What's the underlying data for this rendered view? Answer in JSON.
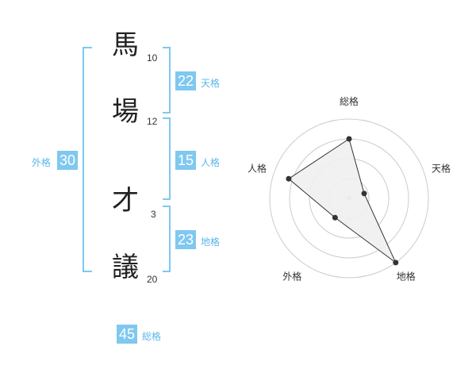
{
  "name": {
    "characters": [
      {
        "char": "馬",
        "strokes": "10"
      },
      {
        "char": "場",
        "strokes": "12"
      },
      {
        "char": "才",
        "strokes": "3"
      },
      {
        "char": "議",
        "strokes": "20"
      }
    ]
  },
  "grades": {
    "tenkaku": {
      "value": "22",
      "label": "天格"
    },
    "jinkaku": {
      "value": "15",
      "label": "人格"
    },
    "chikaku": {
      "value": "23",
      "label": "地格"
    },
    "gaikaku": {
      "value": "30",
      "label": "外格"
    },
    "soukaku": {
      "value": "45",
      "label": "総格"
    }
  },
  "chart_data": {
    "type": "radar",
    "axes": [
      "総格",
      "天格",
      "地格",
      "外格",
      "人格"
    ],
    "values": [
      0.75,
      0.2,
      1.0,
      0.3,
      0.8
    ],
    "range": [
      0,
      1
    ],
    "rings": 4,
    "colors": {
      "fill": "#f0f0f0",
      "line": "#333333",
      "grid": "#cccccc",
      "center": "#bbbbbb"
    }
  }
}
